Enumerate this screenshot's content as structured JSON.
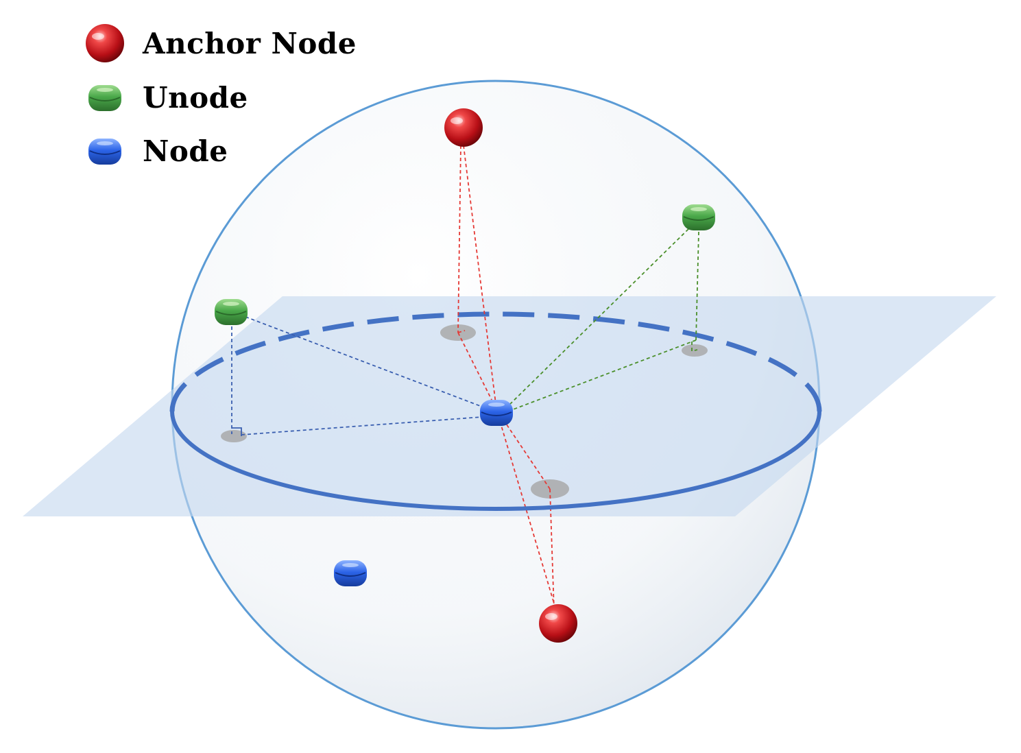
{
  "legend": {
    "items": [
      {
        "label": "Anchor Node",
        "icon": "red-sphere-icon",
        "color": "#c8161d"
      },
      {
        "label": "Unode",
        "icon": "green-node-icon",
        "color": "#3f9a3f"
      },
      {
        "label": "Node",
        "icon": "blue-node-icon",
        "color": "#1f56d6"
      }
    ]
  },
  "colors": {
    "sphere_stroke": "#5b9bd5",
    "equator": "#4472c4",
    "plane": "#c5d9ef",
    "anchor_line": "#e53935",
    "unode_line_green": "#4a8f2a",
    "unode_line_blue": "#3a5fb0",
    "projection": "#b0b0b0"
  }
}
